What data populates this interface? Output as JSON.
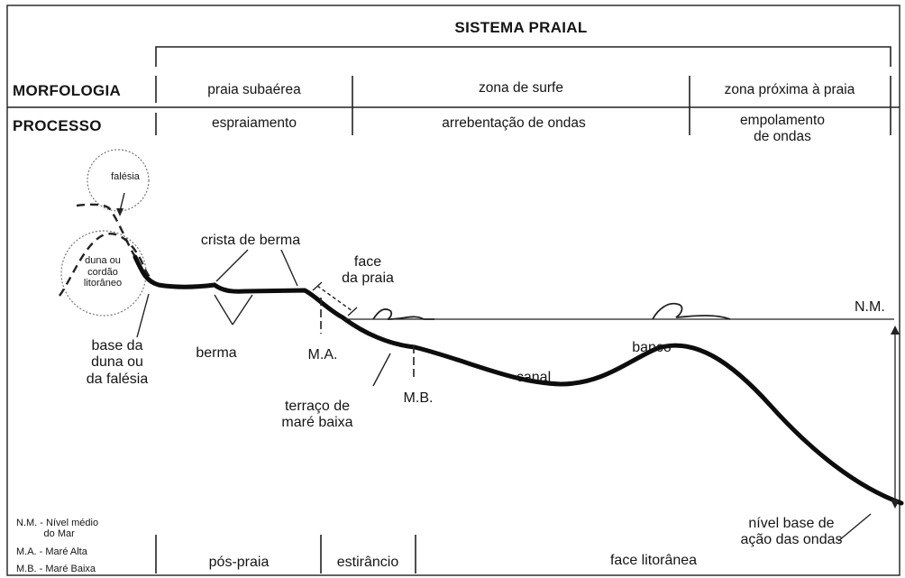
{
  "header": {
    "title": "SISTEMA PRAIAL"
  },
  "rows": {
    "morfologia": {
      "label": "MORFOLOGIA",
      "cells": [
        "praia subaérea",
        "zona de surfe",
        "zona próxima à praia"
      ]
    },
    "processo": {
      "label": "PROCESSO",
      "cells": [
        "espraiamento",
        "arrebentação de ondas",
        "empolamento\nde ondas"
      ]
    }
  },
  "profile_labels": {
    "falesia": "falésia",
    "duna": "duna ou\ncordão\nlitorâneo",
    "crista_berma": "crista de berma",
    "face_praia": "face\nda praia",
    "nm": "N.M.",
    "base_duna": "base da\nduna ou\nda falésia",
    "berma": "berma",
    "ma": "M.A.",
    "banco": "banco",
    "canal": "canal",
    "terraco": "terraço de\nmaré baixa",
    "mb": "M.B.",
    "nivel_base": "nível base de\nação das ondas"
  },
  "legend": [
    "N.M. - Nível médio\n          do Mar",
    "M.A. - Maré Alta",
    "M.B. - Maré Baixa"
  ],
  "bottom_zones": [
    "pós-praia",
    "estirâncio",
    "face litorânea"
  ],
  "colors": {
    "ink": "#111111",
    "frame": "#333333",
    "background": "#ffffff"
  }
}
